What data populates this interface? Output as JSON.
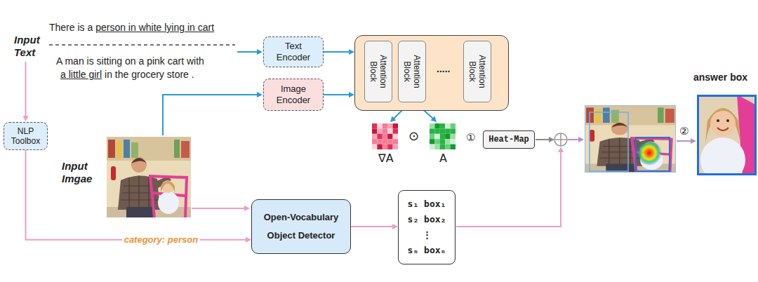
{
  "diagram": {
    "nodes": [
      {
        "text": [
          "Text Encoder"
        ]
      },
      {
        "text": [
          "Image Encoder"
        ]
      },
      {
        "text": []
      },
      {
        "text": [
          "Attention Block"
        ],
        "in": 2
      },
      {
        "text": [
          "Attention Block"
        ],
        "in": 2
      },
      {
        "text": [
          "Attention Block"
        ],
        "in": 2
      },
      {
        "text": [
          "NLP Toolbox"
        ]
      },
      {
        "text": [
          "Heat-Map"
        ]
      },
      {
        "text": [
          "Open-Vocabulary Object Detector"
        ]
      },
      {
        "text": [
          "s₁ box₁",
          "s₂ box₂",
          "⋮",
          "sₙ boxₙ"
        ]
      }
    ],
    "edges": [
      {
        "from": 0,
        "to": 2,
        "arrow": "to"
      },
      {
        "from": 1,
        "to": 2,
        "arrow": "to"
      },
      {
        "from": 6,
        "to": 8,
        "arrow": "to",
        "label": "category: person"
      },
      {
        "from": 8,
        "to": 9,
        "arrow": "to"
      }
    ],
    "labels": [
      "Input Text",
      "There is a",
      "person in white lying in cart",
      "A man is sitting on a pink cart with",
      "a little girl",
      "in the grocery store .",
      "Input Imgae",
      ".....",
      "∇A",
      "⊙",
      "A",
      "①",
      "②",
      "answer box"
    ]
  }
}
